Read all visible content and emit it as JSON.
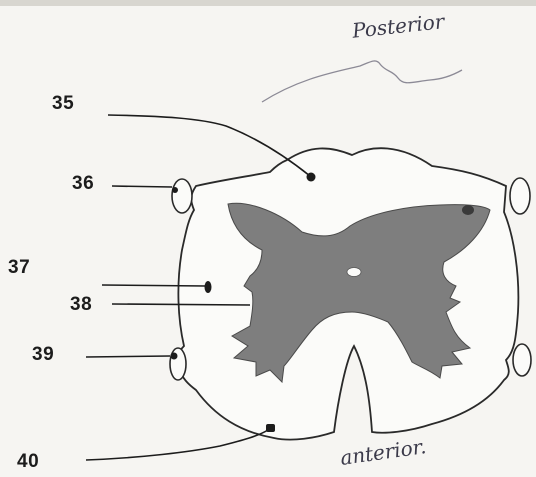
{
  "labels": {
    "l35": "35",
    "l36": "36",
    "l37": "37",
    "l38": "38",
    "l39": "39",
    "l40": "40"
  },
  "annotations": {
    "top": "Posterior",
    "bottom": "anterior."
  },
  "colors": {
    "background": "#f6f5f2",
    "grey_matter": "#7e7e7e",
    "outline": "#2a2a2a",
    "pointer": "#1c1c1c",
    "handwriting": "#3b3a4a"
  }
}
